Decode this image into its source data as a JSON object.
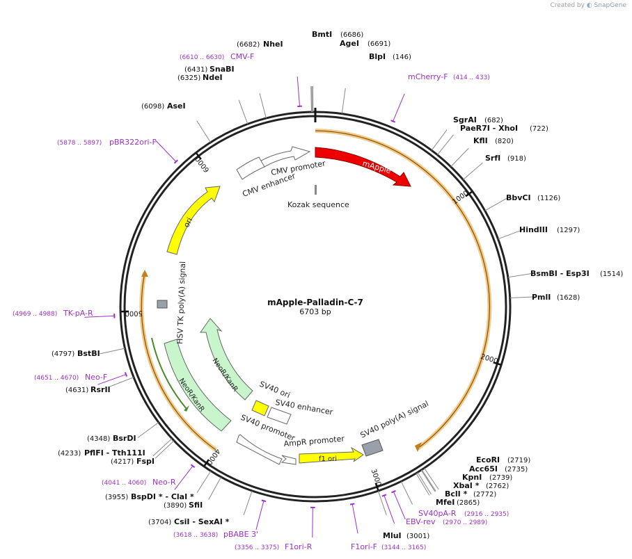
{
  "watermark": {
    "prefix": "Created by",
    "brand": "SnapGene"
  },
  "plasmid": {
    "name": "mApple-Palladin-C-7",
    "length_label": "6703 bp",
    "total_bp": 6703
  },
  "colors": {
    "backbone": "#222222",
    "primer": "#9b30c8",
    "enzyme_line": "#888888",
    "orf_outline": "#f2b44a",
    "orf_strand": "#8a5a00"
  },
  "ticks": [
    {
      "bp": 1000,
      "label": "1000"
    },
    {
      "bp": 2000,
      "label": "2000"
    },
    {
      "bp": 3000,
      "label": "3000"
    },
    {
      "bp": 4000,
      "label": "4000"
    },
    {
      "bp": 5000,
      "label": "5000"
    },
    {
      "bp": 6000,
      "label": "6000"
    }
  ],
  "enzymes": [
    {
      "id": "bmti",
      "pos_label": "(6686)",
      "name": "BmtI",
      "bp": 6686
    },
    {
      "id": "agei",
      "pos_label": "(6691)",
      "name": "AgeI",
      "bp": 6691
    },
    {
      "id": "nhei",
      "pos_label": "(6682)",
      "name": "NheI",
      "bp": 6682
    },
    {
      "id": "blpi",
      "pos_label": "(146)",
      "name": "BlpI",
      "bp": 146
    },
    {
      "id": "snabi",
      "pos_label": "(6431)",
      "name": "SnaBI",
      "bp": 6431
    },
    {
      "id": "ndei",
      "pos_label": "(6325)",
      "name": "NdeI",
      "bp": 6325
    },
    {
      "id": "asei",
      "pos_label": "(6098)",
      "name": "AseI",
      "bp": 6098
    },
    {
      "id": "sgrai",
      "pos_label": "(682)",
      "name": "SgrAI",
      "bp": 682
    },
    {
      "id": "paer7i",
      "pos_label": "(722)",
      "name": "PaeR7I - XhoI",
      "bp": 722
    },
    {
      "id": "kfli",
      "pos_label": "(820)",
      "name": "KflI",
      "bp": 820
    },
    {
      "id": "srfi",
      "pos_label": "(918)",
      "name": "SrfI",
      "bp": 918
    },
    {
      "id": "bbvci",
      "pos_label": "(1126)",
      "name": "BbvCI",
      "bp": 1126
    },
    {
      "id": "hindiii",
      "pos_label": "(1297)",
      "name": "HindIII",
      "bp": 1297
    },
    {
      "id": "bsmbi",
      "pos_label": "(1514)",
      "name": "BsmBI - Esp3I",
      "bp": 1514
    },
    {
      "id": "pmli",
      "pos_label": "(1628)",
      "name": "PmlI",
      "bp": 1628
    },
    {
      "id": "ecori",
      "pos_label": "(2719)",
      "name": "EcoRI",
      "bp": 2719
    },
    {
      "id": "acc65i",
      "pos_label": "(2735)",
      "name": "Acc65I",
      "bp": 2735
    },
    {
      "id": "kpni",
      "pos_label": "(2739)",
      "name": "KpnI",
      "bp": 2739
    },
    {
      "id": "xbai",
      "pos_label": "(2762)",
      "name": "XbaI *",
      "bp": 2762
    },
    {
      "id": "bcli",
      "pos_label": "(2772)",
      "name": "BclI *",
      "bp": 2772
    },
    {
      "id": "mfei",
      "pos_label": "(2865)",
      "name": "MfeI",
      "bp": 2865
    },
    {
      "id": "mlui",
      "pos_label": "(3001)",
      "name": "MluI",
      "bp": 3001
    },
    {
      "id": "csii",
      "pos_label": "(3704)",
      "name": "CsiI - SexAI *",
      "bp": 3704
    },
    {
      "id": "sfii",
      "pos_label": "(3890)",
      "name": "SfiI",
      "bp": 3890
    },
    {
      "id": "bspdi",
      "pos_label": "(3955)",
      "name": "BspDI * - ClaI *",
      "bp": 3955
    },
    {
      "id": "fspi",
      "pos_label": "(4217)",
      "name": "FspI",
      "bp": 4217
    },
    {
      "id": "pflfi",
      "pos_label": "(4233)",
      "name": "PflFI - Tth111I",
      "bp": 4233
    },
    {
      "id": "bsrdi",
      "pos_label": "(4348)",
      "name": "BsrDI",
      "bp": 4348
    },
    {
      "id": "rsrii",
      "pos_label": "(4631)",
      "name": "RsrII",
      "bp": 4631
    },
    {
      "id": "bstbi",
      "pos_label": "(4797)",
      "name": "BstBI",
      "bp": 4797
    }
  ],
  "primers": [
    {
      "id": "cmvf",
      "name": "CMV-F",
      "range": "(6610 .. 6630)",
      "bp": 6620
    },
    {
      "id": "mcherryf",
      "name": "mCherry-F",
      "range": "(414 .. 433)",
      "bp": 423
    },
    {
      "id": "pbr322",
      "name": "pBR322ori-F",
      "range": "(5878 .. 5897)",
      "bp": 5887
    },
    {
      "id": "tkpar",
      "name": "TK-pA-R",
      "range": "(4969 .. 4988)",
      "bp": 4978
    },
    {
      "id": "neof",
      "name": "Neo-F",
      "range": "(4651 .. 4670)",
      "bp": 4660
    },
    {
      "id": "neor",
      "name": "Neo-R",
      "range": "(4041 .. 4060)",
      "bp": 4050
    },
    {
      "id": "pbabe",
      "name": "pBABE 3'",
      "range": "(3618 .. 3638)",
      "bp": 3628
    },
    {
      "id": "f1orir",
      "name": "F1ori-R",
      "range": "(3356 .. 3375)",
      "bp": 3365
    },
    {
      "id": "f1orif",
      "name": "F1ori-F",
      "range": "(3144 .. 3165)",
      "bp": 3154
    },
    {
      "id": "ebvrev",
      "name": "EBV-rev",
      "range": "(2970 .. 2989)",
      "bp": 2979
    },
    {
      "id": "sv40par",
      "name": "SV40pA-R",
      "range": "(2916 .. 2935)",
      "bp": 2925
    }
  ],
  "features": {
    "mapple": "mApple",
    "cmv_promoter": "CMV promoter",
    "cmv_enhancer": "CMV enhancer",
    "kozak": "Kozak sequence",
    "ori": "ori",
    "hsv_tk": "HSV TK poly(A) signal",
    "neor_inner": "NeoR/KanR",
    "neor_outer": "NeoR/KanR",
    "sv40_ori": "SV40 ori",
    "sv40_enhancer": "SV40 enhancer",
    "sv40_promoter": "SV40 promoter",
    "ampr_promoter": "AmpR promoter",
    "f1_ori": "f1 ori",
    "sv40_polya": "SV40 poly(A) signal"
  }
}
